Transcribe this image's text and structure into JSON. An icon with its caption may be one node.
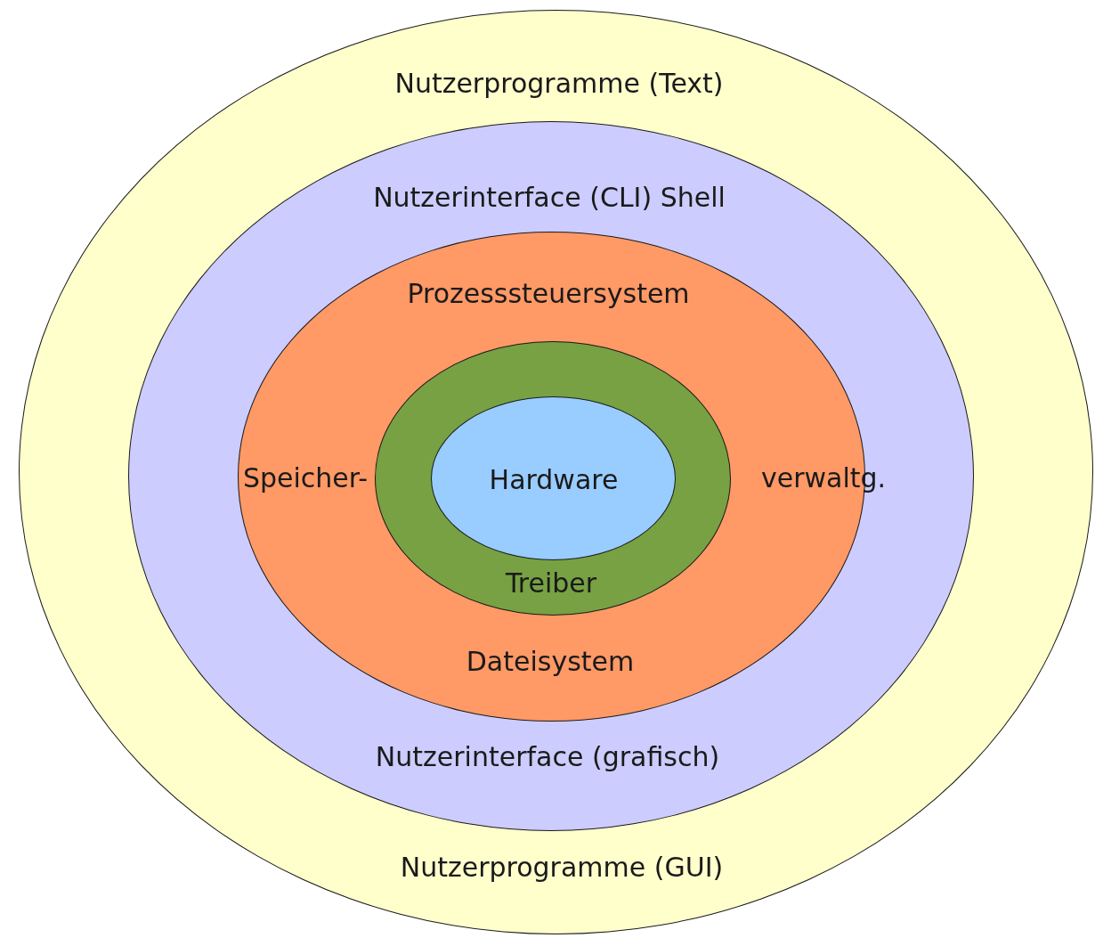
{
  "diagram": {
    "nodes": [
      {
        "text": [
          "Nutzerprogramme (Text)",
          "Nutzerprogramme (GUI)"
        ]
      },
      {
        "text": [
          "Nutzerinterface (CLI) Shell",
          "Nutzerinterface (grafisch)"
        ],
        "in": 0
      },
      {
        "text": [
          "Prozesssteuersystem",
          "Speicher-",
          "verwaltg.",
          "Dateisystem"
        ],
        "in": 1
      },
      {
        "text": [
          "Treiber"
        ],
        "in": 2
      },
      {
        "text": [
          "Hardware"
        ],
        "in": 3
      }
    ]
  }
}
